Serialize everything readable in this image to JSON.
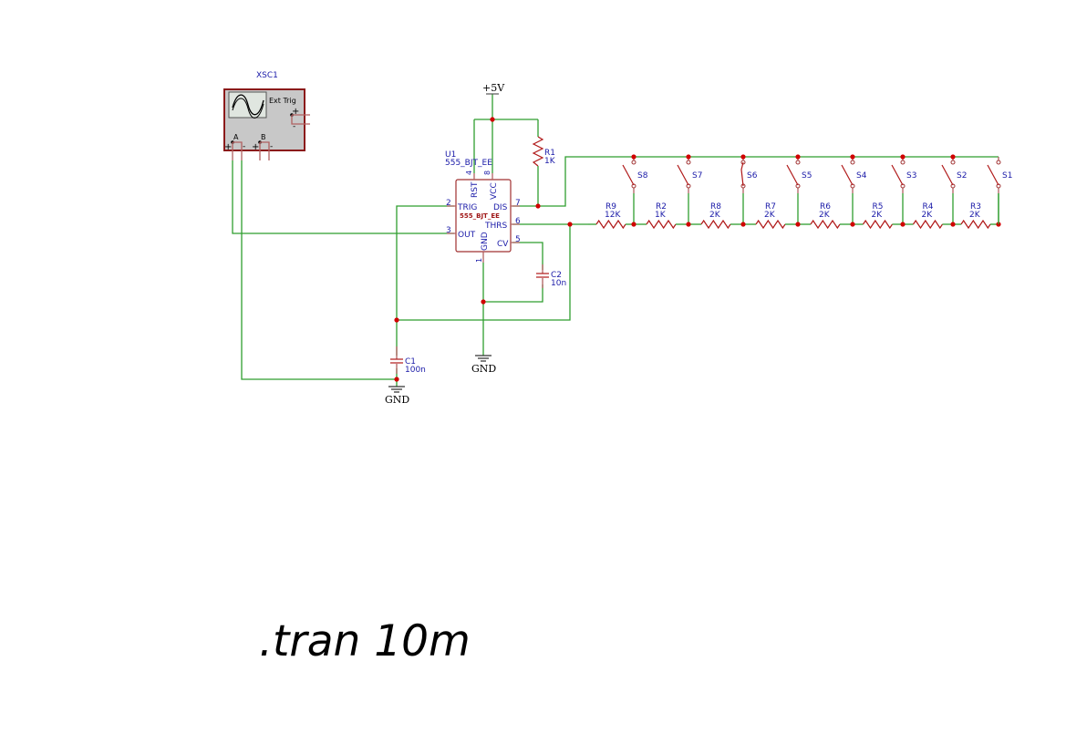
{
  "schematic": {
    "scope": {
      "ref": "XSC1",
      "ext_trig_label": "Ext Trig",
      "channels": [
        "A",
        "B"
      ],
      "plus": "+",
      "minus": "-"
    },
    "ic": {
      "ref": "U1",
      "model": "555_BJT_EE",
      "body_label": "555_BJT_EE",
      "pins": {
        "rst": {
          "num": "4",
          "name": "RST"
        },
        "vcc": {
          "num": "8",
          "name": "VCC"
        },
        "trig": {
          "num": "2",
          "name": "TRIG"
        },
        "dis": {
          "num": "7",
          "name": "DIS"
        },
        "out": {
          "num": "3",
          "name": "OUT"
        },
        "thrs": {
          "num": "6",
          "name": "THRS"
        },
        "gnd": {
          "num": "1",
          "name": "GND"
        },
        "cv": {
          "num": "5",
          "name": "CV"
        }
      }
    },
    "supply": {
      "label": "+5V"
    },
    "grounds": [
      "GND",
      "GND"
    ],
    "r1": {
      "ref": "R1",
      "value": "1K"
    },
    "c1": {
      "ref": "C1",
      "value": "100n"
    },
    "c2": {
      "ref": "C2",
      "value": "10n"
    },
    "ladder_resistors": [
      {
        "ref": "R9",
        "value": "12K"
      },
      {
        "ref": "R2",
        "value": "1K"
      },
      {
        "ref": "R8",
        "value": "2K"
      },
      {
        "ref": "R7",
        "value": "2K"
      },
      {
        "ref": "R6",
        "value": "2K"
      },
      {
        "ref": "R5",
        "value": "2K"
      },
      {
        "ref": "R4",
        "value": "2K"
      },
      {
        "ref": "R3",
        "value": "2K"
      }
    ],
    "switches": [
      {
        "ref": "S8",
        "closed": false
      },
      {
        "ref": "S7",
        "closed": false
      },
      {
        "ref": "S6",
        "closed": true
      },
      {
        "ref": "S5",
        "closed": false
      },
      {
        "ref": "S4",
        "closed": false
      },
      {
        "ref": "S3",
        "closed": false
      },
      {
        "ref": "S2",
        "closed": false
      },
      {
        "ref": "S1",
        "closed": false
      }
    ],
    "directive": ".tran 10m"
  }
}
